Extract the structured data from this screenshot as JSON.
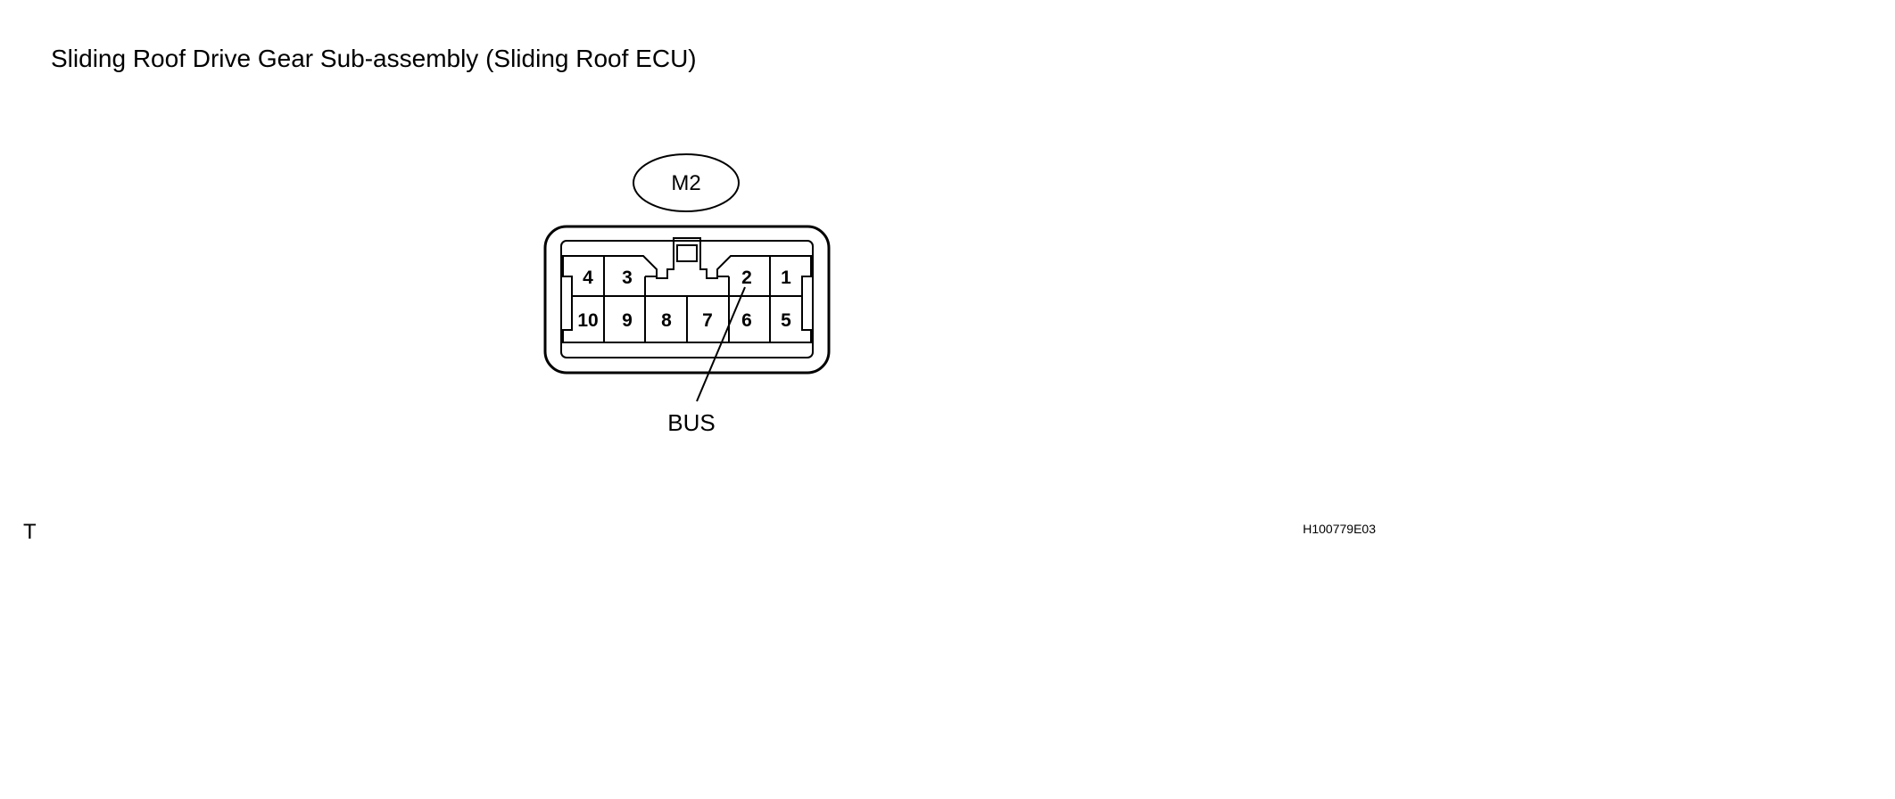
{
  "title": "Sliding Roof Drive Gear Sub-assembly (Sliding Roof ECU)",
  "connector": {
    "code": "M2",
    "upper_pins": [
      "4",
      "3",
      "2",
      "1"
    ],
    "lower_pins": [
      "10",
      "9",
      "8",
      "7",
      "6",
      "5"
    ]
  },
  "callout": {
    "label": "BUS",
    "pin": "2"
  },
  "corner_mark": "T",
  "figure_code": "H100779E03"
}
